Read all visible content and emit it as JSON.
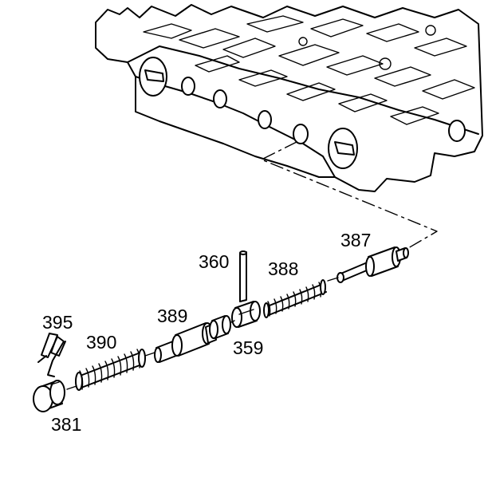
{
  "diagram": {
    "callouts": {
      "c387": "387",
      "c360": "360",
      "c388": "388",
      "c389": "389",
      "c359": "359",
      "c395": "395",
      "c390": "390",
      "c381": "381"
    }
  }
}
